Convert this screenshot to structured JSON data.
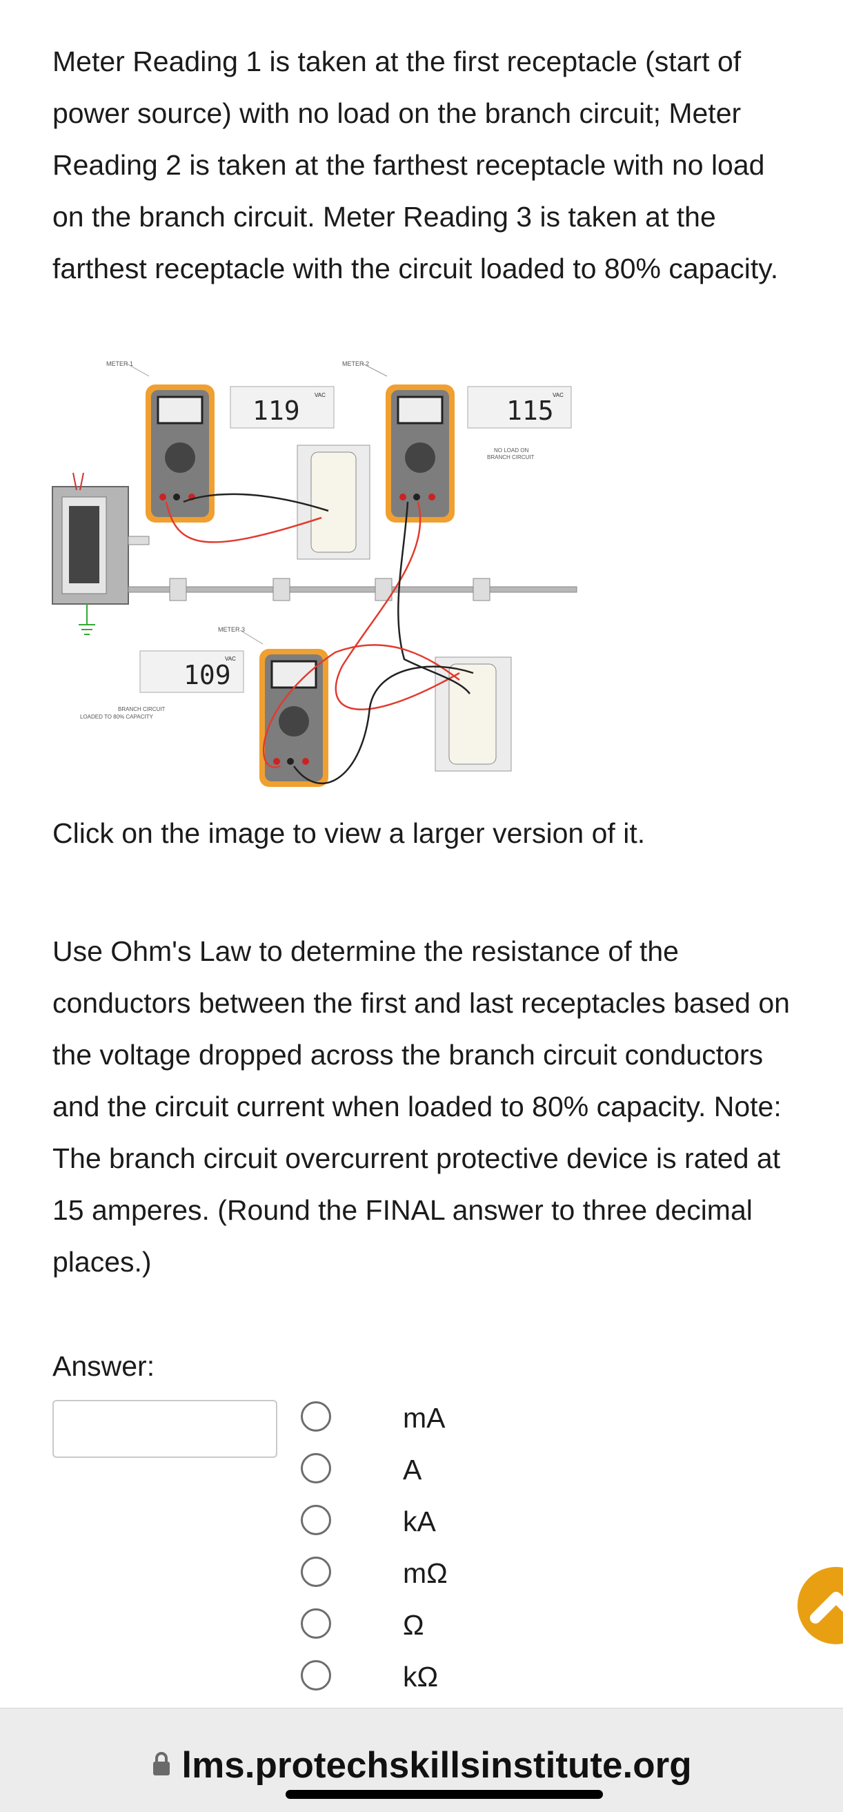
{
  "question": {
    "paragraph1": "Meter Reading 1 is taken at the first receptacle (start of power source) with no load on the branch circuit; Meter Reading 2 is taken at the farthest receptacle with no load on the branch circuit. Meter Reading 3 is taken at the farthest receptacle with the circuit loaded to 80% capacity.",
    "image_caption": "Click on the image to view a larger version of it.",
    "paragraph2": "Use Ohm's Law to determine the resistance of the conductors between the first and last receptacles based on the voltage dropped across the branch circuit conductors and the circuit current when loaded to 80% capacity. Note: The branch circuit overcurrent protective device is rated at 15 amperes. (Round the FINAL answer to three decimal places.)"
  },
  "figure": {
    "meter1_label": "METER 1",
    "meter2_label": "METER 2",
    "meter3_label": "METER 3",
    "reading1": "119",
    "reading2": "115",
    "reading3": "109",
    "unit": "VAC",
    "no_load_label_1": "NO LOAD ON",
    "no_load_label_2": "BRANCH CIRCUIT",
    "loaded_label_1": "BRANCH CIRCUIT",
    "loaded_label_2": "LOADED TO 80% CAPACITY"
  },
  "answer": {
    "label": "Answer:",
    "value": "",
    "units": [
      "mA",
      "A",
      "kA",
      "mΩ",
      "Ω",
      "kΩ"
    ]
  },
  "browser": {
    "url": "lms.protechskillsinstitute.org"
  },
  "colors": {
    "meter_orange": "#f0a030",
    "meter_gray": "#7d7d7d",
    "scroll_button": "#e8a012",
    "lead_red": "#e23a2e"
  },
  "icons": {
    "lock": "lock-icon",
    "scroll_top": "chevron-up-icon"
  }
}
